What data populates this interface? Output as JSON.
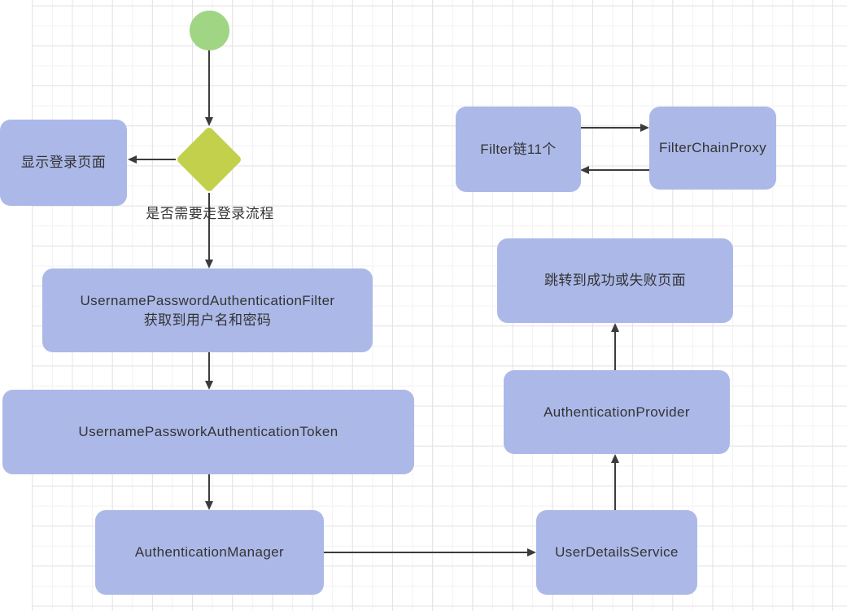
{
  "canvas": {
    "background": "#ffffff",
    "grid_minor_color": "#f2f2f4",
    "grid_major_color": "#e3e3e6"
  },
  "colors": {
    "node_fill": "#acb9e8",
    "start_fill": "#9fd583",
    "decision_fill": "#c2d04c",
    "connector": "#3b3b3b",
    "text": "#333333"
  },
  "nodes": {
    "start": {
      "shape": "circle",
      "label": ""
    },
    "decision": {
      "shape": "diamond",
      "label": "是否需要走登录流程"
    },
    "show_login": {
      "label": "显示登录页面"
    },
    "filter": {
      "label_line1": "UsernamePasswordAuthenticationFilter",
      "label_line2": "获取到用户名和密码"
    },
    "token": {
      "label": "UsernamePassworkAuthenticationToken"
    },
    "manager": {
      "label": "AuthenticationManager"
    },
    "user_details": {
      "label": "UserDetailsService"
    },
    "provider": {
      "label": "AuthenticationProvider"
    },
    "jump": {
      "label": "跳转到成功或失败页面"
    },
    "filter_chain": {
      "label": "Filter链11个"
    },
    "chain_proxy": {
      "label": "FilterChainProxy"
    }
  },
  "connectors": [
    {
      "from": "start",
      "to": "decision"
    },
    {
      "from": "decision",
      "to": "show_login"
    },
    {
      "from": "decision",
      "to": "filter"
    },
    {
      "from": "filter",
      "to": "token"
    },
    {
      "from": "token",
      "to": "manager"
    },
    {
      "from": "manager",
      "to": "user_details"
    },
    {
      "from": "user_details",
      "to": "provider"
    },
    {
      "from": "provider",
      "to": "jump"
    },
    {
      "from": "filter_chain",
      "to": "chain_proxy"
    },
    {
      "from": "chain_proxy",
      "to": "filter_chain"
    }
  ]
}
